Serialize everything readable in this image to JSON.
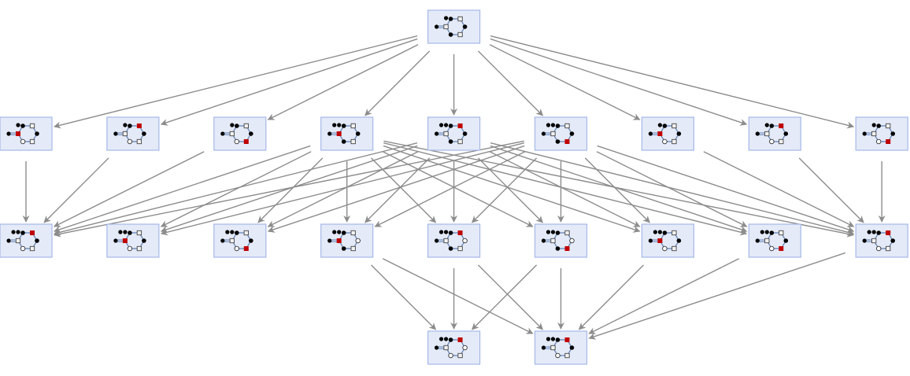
{
  "diagram": {
    "colors": {
      "node_fill": "#e4eaf7",
      "node_border": "#a5b8e8",
      "edge": "#8c8c8c",
      "highlight": "#c00000",
      "bond": "#5f7fb5"
    },
    "marker_legend": {
      "s": "open-square",
      "d": "filled-dot",
      "o": "open-circle",
      "r": "red-square"
    },
    "nodes": [
      {
        "id": "top",
        "row": 0,
        "col": 4,
        "markers": "sdsdsd"
      },
      {
        "id": "n1",
        "row": 1,
        "col": 0,
        "markers": "rdsdso"
      },
      {
        "id": "n2",
        "row": 1,
        "col": 1,
        "markers": "sdrdso"
      },
      {
        "id": "n3",
        "row": 1,
        "col": 2,
        "markers": "sdsdro"
      },
      {
        "id": "n4",
        "row": 1,
        "col": 3,
        "markers": "rdsdsd"
      },
      {
        "id": "n5",
        "row": 1,
        "col": 4,
        "markers": "sdrdsd"
      },
      {
        "id": "n6",
        "row": 1,
        "col": 5,
        "markers": "sdsdrd"
      },
      {
        "id": "n7",
        "row": 1,
        "col": 6,
        "markers": "rdsdso"
      },
      {
        "id": "n8",
        "row": 1,
        "col": 7,
        "markers": "sdrdso"
      },
      {
        "id": "n9",
        "row": 1,
        "col": 8,
        "markers": "sdsdro"
      },
      {
        "id": "m1",
        "row": 2,
        "col": 0,
        "markers": "sdrdso"
      },
      {
        "id": "m2",
        "row": 2,
        "col": 1,
        "markers": "rdsdso"
      },
      {
        "id": "m3",
        "row": 2,
        "col": 2,
        "markers": "sdsdro"
      },
      {
        "id": "m4",
        "row": 2,
        "col": 3,
        "markers": "rdsosd"
      },
      {
        "id": "m5",
        "row": 2,
        "col": 4,
        "markers": "sdrosd"
      },
      {
        "id": "m6",
        "row": 2,
        "col": 5,
        "markers": "sdsord"
      },
      {
        "id": "m7",
        "row": 2,
        "col": 6,
        "markers": "rdsdso"
      },
      {
        "id": "m8",
        "row": 2,
        "col": 7,
        "markers": "sdsdro"
      },
      {
        "id": "m9",
        "row": 2,
        "col": 8,
        "markers": "sdrdso"
      },
      {
        "id": "b1",
        "row": 3,
        "col": 4,
        "markers": "sdroso"
      },
      {
        "id": "b2",
        "row": 3,
        "col": 5,
        "markers": "sdrdso"
      }
    ],
    "edges": [
      [
        "top",
        "n1"
      ],
      [
        "top",
        "n2"
      ],
      [
        "top",
        "n3"
      ],
      [
        "top",
        "n4"
      ],
      [
        "top",
        "n5"
      ],
      [
        "top",
        "n6"
      ],
      [
        "top",
        "n7"
      ],
      [
        "top",
        "n8"
      ],
      [
        "top",
        "n9"
      ],
      [
        "n1",
        "m1"
      ],
      [
        "n2",
        "m1"
      ],
      [
        "n3",
        "m1"
      ],
      [
        "n4",
        "m1"
      ],
      [
        "n5",
        "m1"
      ],
      [
        "n6",
        "m1"
      ],
      [
        "n4",
        "m2"
      ],
      [
        "n5",
        "m2"
      ],
      [
        "n6",
        "m2"
      ],
      [
        "n4",
        "m3"
      ],
      [
        "n5",
        "m3"
      ],
      [
        "n6",
        "m3"
      ],
      [
        "n4",
        "m4"
      ],
      [
        "n5",
        "m4"
      ],
      [
        "n6",
        "m4"
      ],
      [
        "n4",
        "m5"
      ],
      [
        "n5",
        "m5"
      ],
      [
        "n6",
        "m5"
      ],
      [
        "n4",
        "m6"
      ],
      [
        "n5",
        "m6"
      ],
      [
        "n6",
        "m6"
      ],
      [
        "n4",
        "m7"
      ],
      [
        "n5",
        "m7"
      ],
      [
        "n6",
        "m7"
      ],
      [
        "n4",
        "m8"
      ],
      [
        "n5",
        "m8"
      ],
      [
        "n6",
        "m8"
      ],
      [
        "n4",
        "m9"
      ],
      [
        "n5",
        "m9"
      ],
      [
        "n6",
        "m9"
      ],
      [
        "n7",
        "m9"
      ],
      [
        "n8",
        "m9"
      ],
      [
        "n9",
        "m9"
      ],
      [
        "m4",
        "b1"
      ],
      [
        "m5",
        "b1"
      ],
      [
        "m6",
        "b1"
      ],
      [
        "m4",
        "b2"
      ],
      [
        "m5",
        "b2"
      ],
      [
        "m6",
        "b2"
      ],
      [
        "m7",
        "b2"
      ],
      [
        "m8",
        "b2"
      ],
      [
        "m9",
        "b2"
      ]
    ]
  }
}
